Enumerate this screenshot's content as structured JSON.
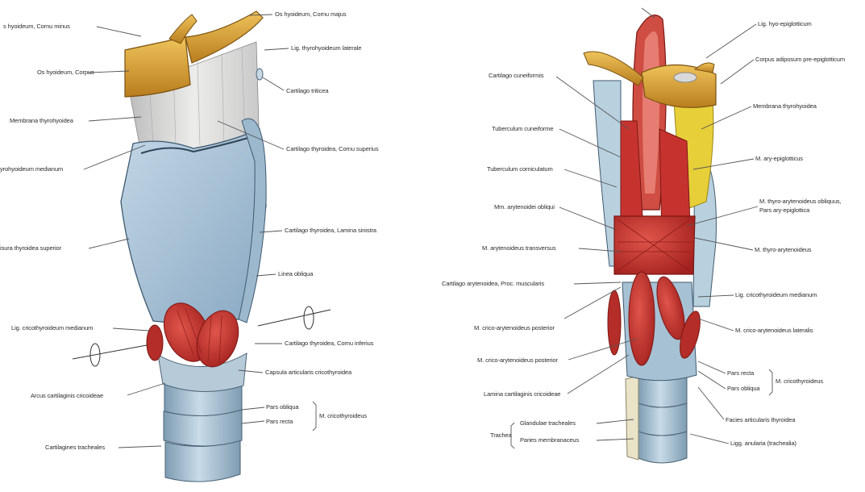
{
  "figures": [
    {
      "id": "left",
      "labels": [
        {
          "text": "s hyoideum, Cornu minus"
        },
        {
          "text": "Os hyoideum, Cornu majus"
        },
        {
          "text": "Lig. thyrohyoideum laterale"
        },
        {
          "text": "Os hyoideum, Corpus"
        },
        {
          "text": "Cartilago triticea"
        },
        {
          "text": "Membrana thyrohyoidea"
        },
        {
          "text": "Cartilago thyroidea, Cornu superius"
        },
        {
          "text": "yrohyoideum medianum"
        },
        {
          "text": "Cartilago thyroidea, Lamina sinistra"
        },
        {
          "text": "isura thyroidea superior"
        },
        {
          "text": "Linea obliqua"
        },
        {
          "text": "Lig. cricothyroideum medianum"
        },
        {
          "text": "Cartilago thyroidea, Cornu inferius"
        },
        {
          "text": "Capsula articularis cricothyroidea"
        },
        {
          "text": "Arcus cartilaginis cricoideae"
        },
        {
          "text": "Pars obliqua"
        },
        {
          "text": "Pars recta"
        },
        {
          "text": "M. cricothyroideus"
        },
        {
          "text": "Cartilagines tracheales"
        }
      ]
    },
    {
      "id": "right",
      "labels": [
        {
          "text": "Lig. hyo-epiglotticum"
        },
        {
          "text": "Corpus adiposum pre-epiglotticum"
        },
        {
          "text": "Cartilago cuneiformis"
        },
        {
          "text": "Membrana thyrohyoidea"
        },
        {
          "text": "Tuberculum cuneiforme"
        },
        {
          "text": "M. ary-epiglotticus"
        },
        {
          "text": "Tuberculum corniculatum"
        },
        {
          "text": "M. thyro-arytenoideus obliquus,"
        },
        {
          "text": "Pars ary-epiglottica"
        },
        {
          "text": "Mm. arytenoidei obliqui"
        },
        {
          "text": "M. thyro-arytenoideus"
        },
        {
          "text": "M. arytenoideus transversus"
        },
        {
          "text": "Cartilago arytenoidea, Proc. muscularis"
        },
        {
          "text": "Lig. cricothyroideum medianum"
        },
        {
          "text": "M. crico-arytenoideus posterior"
        },
        {
          "text": "M. crico-arytenoideus lateralis"
        },
        {
          "text": "M. crico-arytenoideus posterior"
        },
        {
          "text": "Pars recta"
        },
        {
          "text": "Pars obliqua"
        },
        {
          "text": "M. cricothyroideus"
        },
        {
          "text": "Lamina cartilaginis cricoideae"
        },
        {
          "text": "Facies articularis thyroidea"
        },
        {
          "text": "Trachea"
        },
        {
          "text": "Glandulae tracheales"
        },
        {
          "text": "Paries membranaceus"
        },
        {
          "text": "Ligg. anularia (trachealia)"
        }
      ]
    }
  ],
  "colors": {
    "bone": "#d9a435",
    "membrane": "#d8d8d6",
    "cartilage": "#a9c4d8",
    "muscle": "#c6332f",
    "fat": "#e7cf3a"
  }
}
